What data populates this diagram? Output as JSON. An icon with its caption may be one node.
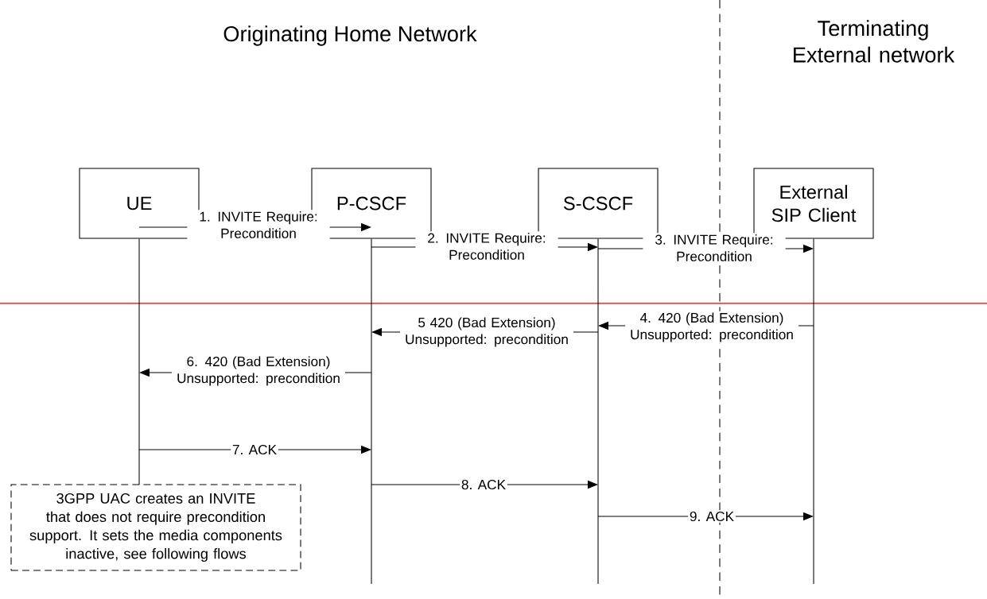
{
  "diagram": {
    "nodes": [
      {
        "text": [
          "UE"
        ]
      },
      {
        "text": [
          "P-CSCF"
        ]
      },
      {
        "text": [
          "S-CSCF"
        ]
      },
      {
        "text": [
          "External SIP Client"
        ]
      },
      {
        "text": [
          "3GPP UAC creates an INVITE that does not require precondition support. It sets the media components inactive, see following flows"
        ]
      }
    ],
    "edges": [
      {
        "from": 0,
        "to": 1,
        "arrow": "to",
        "label": "1. INVITE Require: Precondition"
      },
      {
        "from": 1,
        "to": 2,
        "arrow": "to",
        "label": "2. INVITE Require: Precondition"
      },
      {
        "from": 2,
        "to": 3,
        "arrow": "to",
        "label": "3. INVITE Require: Precondition"
      },
      {
        "from": 3,
        "to": 2,
        "arrow": "to",
        "label": "4. 420 (Bad Extension) Unsupported: precondition"
      },
      {
        "from": 2,
        "to": 1,
        "arrow": "to",
        "label": "5 420 (Bad Extension) Unsupported: precondition"
      },
      {
        "from": 1,
        "to": 0,
        "arrow": "to",
        "label": "6. 420 (Bad Extension) Unsupported: precondition"
      },
      {
        "from": 0,
        "to": 1,
        "arrow": "to",
        "label": "7. ACK"
      },
      {
        "from": 1,
        "to": 2,
        "arrow": "to",
        "label": "8. ACK"
      },
      {
        "from": 2,
        "to": 3,
        "arrow": "to",
        "label": "9. ACK"
      }
    ],
    "labels": [
      "Originating Home Network",
      "Terminating External network"
    ]
  }
}
